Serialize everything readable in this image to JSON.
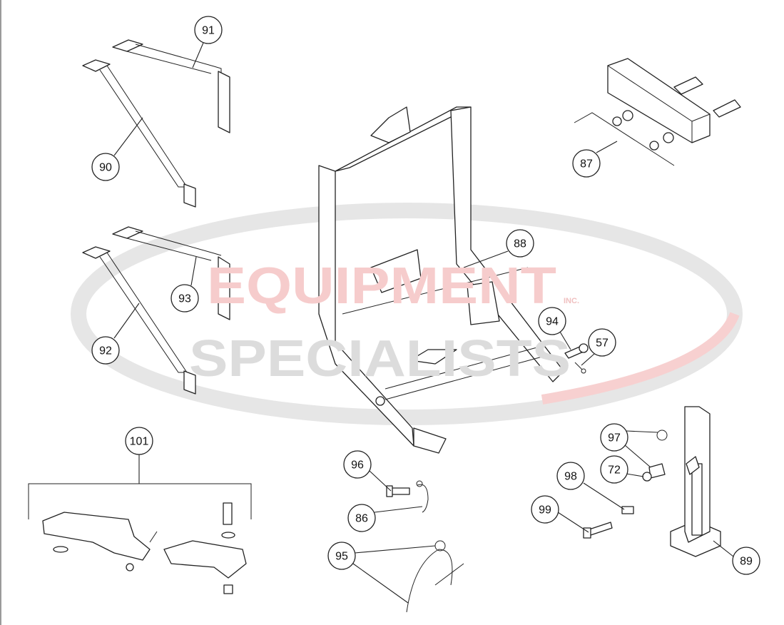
{
  "watermark": {
    "line1": "EQUIPMENT",
    "line2": "SPECIALISTS",
    "suffix": "INC.",
    "colors": {
      "swoosh": "#e8e8e8",
      "red": "#f4c4c4",
      "gray": "#d4d4d4"
    }
  },
  "callouts": [
    {
      "label": "91"
    },
    {
      "label": "90"
    },
    {
      "label": "93"
    },
    {
      "label": "92"
    },
    {
      "label": "88"
    },
    {
      "label": "87"
    },
    {
      "label": "94"
    },
    {
      "label": "57"
    },
    {
      "label": "101"
    },
    {
      "label": "96"
    },
    {
      "label": "86"
    },
    {
      "label": "95"
    },
    {
      "label": "97"
    },
    {
      "label": "72"
    },
    {
      "label": "98"
    },
    {
      "label": "99"
    },
    {
      "label": "89"
    }
  ]
}
